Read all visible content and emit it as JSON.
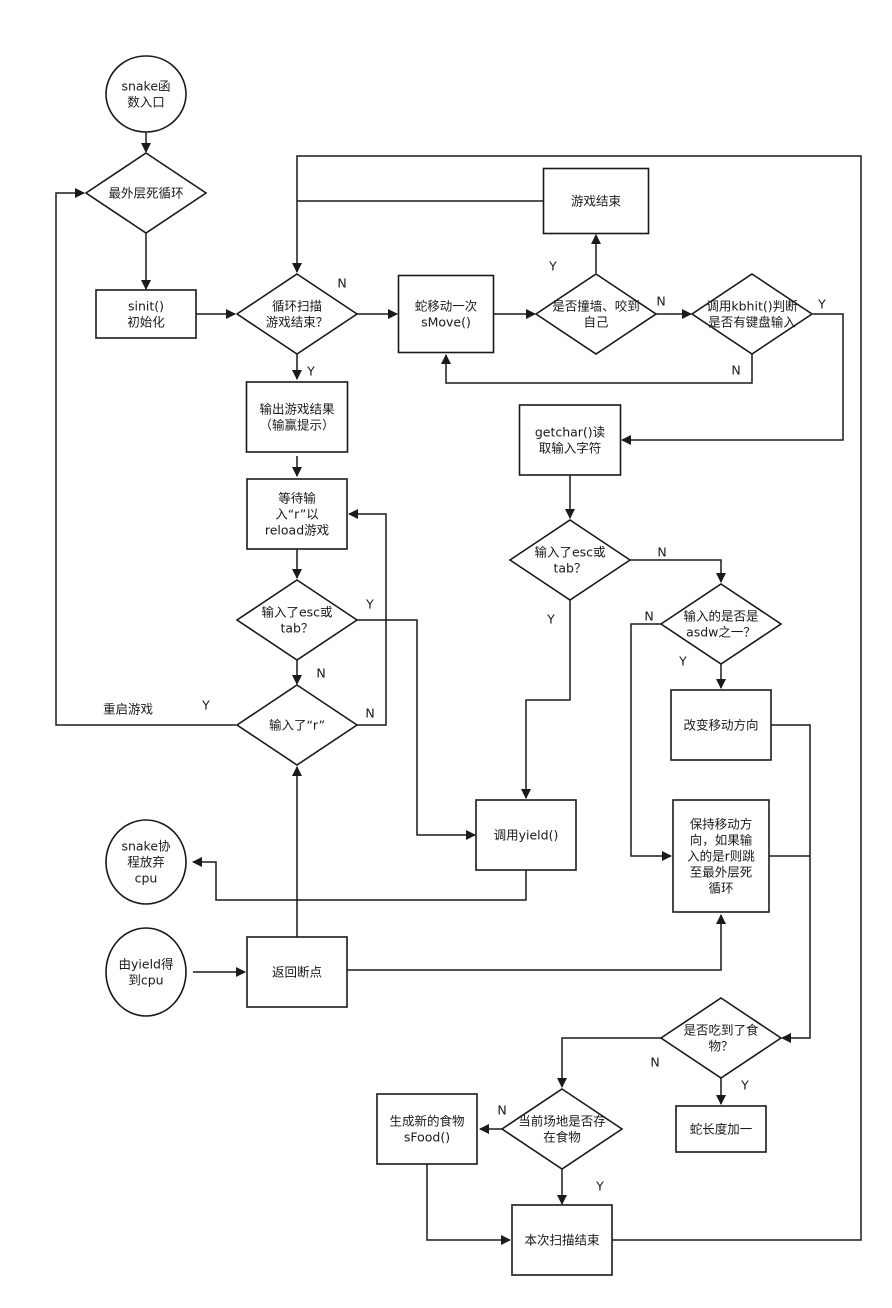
{
  "nodes": {
    "entry": [
      "snake函",
      "数入口"
    ],
    "outer_loop": [
      "最外层死循环"
    ],
    "sinit": [
      "sinit()",
      "初始化"
    ],
    "scan_loop": [
      "循环扫描",
      "游戏结束？"
    ],
    "smove": [
      "蛇移动一次",
      "sMove()"
    ],
    "hit_check": [
      "是否撞墙、咬到",
      "自己"
    ],
    "game_over": [
      "游戏结束"
    ],
    "kbhit": [
      "调用kbhit()判断",
      "是否有键盘输入"
    ],
    "output_result": [
      "输出游戏结果",
      "（输赢提示）"
    ],
    "getchar": [
      "getchar()读",
      "取输入字符"
    ],
    "wait_r": [
      "等待输",
      "入“r”以",
      "reload游戏"
    ],
    "esc_tab_left": [
      "输入了esc或",
      "tab？"
    ],
    "esc_tab_right": [
      "输入了esc或",
      "tab？"
    ],
    "asdw": [
      "输入的是否是",
      "asdw之一？"
    ],
    "input_r": [
      "输入了“r”"
    ],
    "change_dir": [
      "改变移动方向"
    ],
    "yield": [
      "调用yield()"
    ],
    "keep_dir": [
      "保持移动方",
      "向，如果输",
      "入的是r则跳",
      "至最外层死",
      "循环"
    ],
    "give_cpu": [
      "snake协",
      "程放弃",
      "cpu"
    ],
    "get_cpu": [
      "由yield得",
      "到cpu"
    ],
    "return_bp": [
      "返回断点"
    ],
    "ate_food": [
      "是否吃到了食",
      "物？"
    ],
    "food_exists": [
      "当前场地是否存",
      "在食物"
    ],
    "gen_food": [
      "生成新的食物",
      "sFood()"
    ],
    "grow": [
      "蛇长度加一"
    ],
    "scan_end": [
      "本次扫描结束"
    ]
  },
  "edge_labels": {
    "scan_n": "N",
    "scan_y": "Y",
    "hit_y": "Y",
    "hit_n": "N",
    "kbhit_y": "Y",
    "kbhit_n": "N",
    "esc_left_y": "Y",
    "esc_left_n": "N",
    "r_y": "Y",
    "r_n": "N",
    "restart": "重启游戏",
    "esc_right_n": "N",
    "esc_right_y": "Y",
    "asdw_n": "N",
    "asdw_y": "Y",
    "food_n": "N",
    "food_y": "Y",
    "exists_n": "N",
    "exists_y": "Y"
  }
}
